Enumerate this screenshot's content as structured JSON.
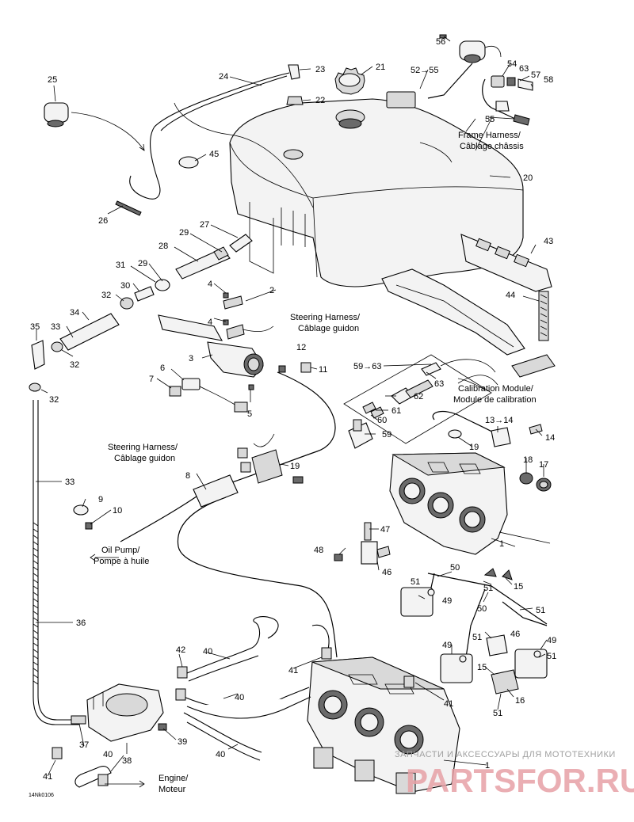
{
  "callouts": {
    "c1": "1",
    "c2": "2",
    "c3": "3",
    "c4a": "4",
    "c4b": "4",
    "c5": "5",
    "c6": "6",
    "c7": "7",
    "c8": "8",
    "c9": "9",
    "c10": "10",
    "c11": "11",
    "c12": "12",
    "c13_14": "13→14",
    "c14": "14",
    "c15a": "15",
    "c15b": "15",
    "c16": "16",
    "c17": "17",
    "c18": "18",
    "c19a": "19",
    "c19b": "19",
    "c20": "20",
    "c21": "21",
    "c22": "22",
    "c23": "23",
    "c24": "24",
    "c25": "25",
    "c26": "26",
    "c27": "27",
    "c28": "28",
    "c29a": "29",
    "c29b": "29",
    "c30": "30",
    "c31": "31",
    "c32a": "32",
    "c32b": "32",
    "c32c": "32",
    "c33a": "33",
    "c33b": "33",
    "c34": "34",
    "c35": "35",
    "c36": "36",
    "c37": "37",
    "c38": "38",
    "c39": "39",
    "c40a": "40",
    "c40b": "40",
    "c40c": "40",
    "c40d": "40",
    "c41a": "41",
    "c41b": "41",
    "c41c": "41",
    "c42": "42",
    "c43": "43",
    "c44": "44",
    "c45": "45",
    "c46a": "46",
    "c46b": "46",
    "c47": "47",
    "c48": "48",
    "c49a": "49",
    "c49b": "49",
    "c49c": "49",
    "c50a": "50",
    "c50b": "50",
    "c51a": "51",
    "c51b": "51",
    "c51c": "51",
    "c51d": "51",
    "c51e": "51",
    "c51f": "51",
    "c52_55": "52→55",
    "c54": "54",
    "c55": "55",
    "c56": "56",
    "c57": "57",
    "c58": "58",
    "c59": "59",
    "c59_63": "59→63",
    "c60": "60",
    "c61": "61",
    "c62": "62",
    "c63a": "63",
    "c63b": "63"
  },
  "labels": {
    "frame_harness_en": "Frame Harness/",
    "frame_harness_fr": "Câblage châssis",
    "steering_harness_top_en": "Steering Harness/",
    "steering_harness_top_fr": "Câblage guidon",
    "steering_harness_left_en": "Steering Harness/",
    "steering_harness_left_fr": "Câblage guidon",
    "calibration_en": "Calibration Module/",
    "calibration_fr": "Module de calibration",
    "oil_pump_en": "Oil Pump/",
    "oil_pump_fr": "Pompe à huile",
    "engine_en": "Engine/",
    "engine_fr": "Moteur",
    "drawing_code": "14Nk0106"
  },
  "watermark": {
    "tagline": "ЗАПЧАСТИ И АКСЕССУАРЫ ДЛЯ МОТОТЕХНИКИ",
    "brand": "PARTSFOR.RU",
    "color": "#e7a1a6"
  }
}
